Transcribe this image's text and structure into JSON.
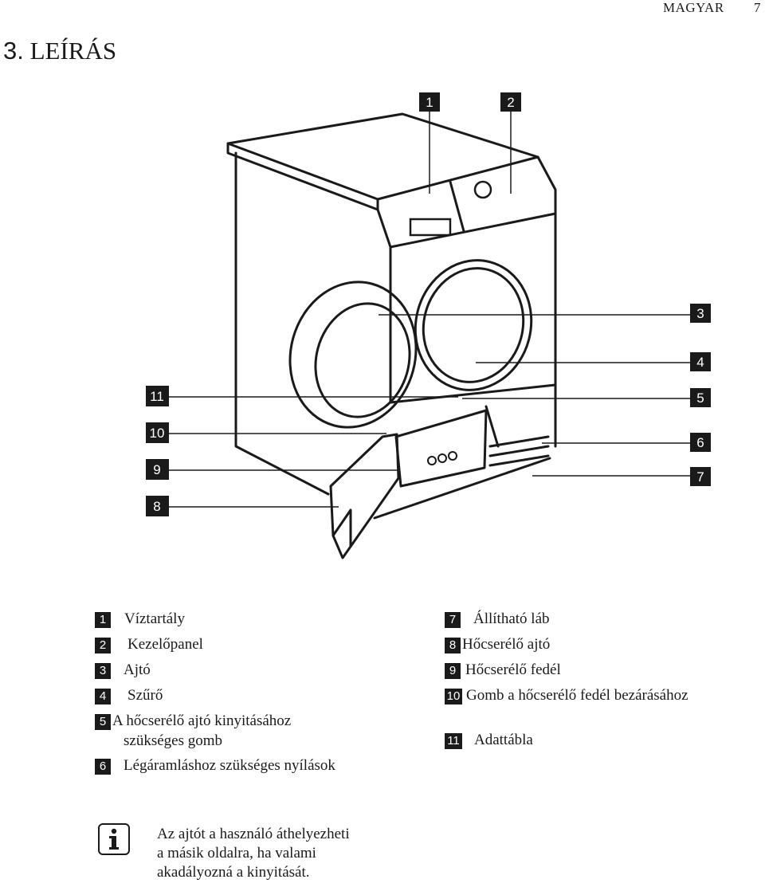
{
  "header": {
    "language": "MAGYAR",
    "page_number": "7"
  },
  "section": {
    "number": "3.",
    "title": "LEÍRÁS"
  },
  "diagram_callouts": [
    "1",
    "2",
    "3",
    "4",
    "5",
    "6",
    "7",
    "8",
    "9",
    "10",
    "11"
  ],
  "legend": {
    "left": [
      {
        "num": "1",
        "text": "Víztartály"
      },
      {
        "num": "2",
        "text": "Kezelőpanel"
      },
      {
        "num": "3",
        "text": "Ajtó"
      },
      {
        "num": "4",
        "text": "Szűrő"
      },
      {
        "num": "5",
        "text": "A hőcserélő ajtó kinyitásához",
        "text2": "szükséges gomb"
      },
      {
        "num": "6",
        "text": "Légáramláshoz szükséges nyílások"
      }
    ],
    "right": [
      {
        "num": "7",
        "text": "Állítható láb"
      },
      {
        "num": "8",
        "text": "Hőcserélő ajtó"
      },
      {
        "num": "9",
        "text": "Hőcserélő fedél"
      },
      {
        "num": "10",
        "text": "Gomb a hőcserélő fedél bezárásához"
      },
      {
        "num": "11",
        "text": "Adattábla"
      }
    ]
  },
  "info_note": {
    "icon": "info-icon",
    "lines": [
      "Az ajtót a használó áthelyezheti",
      "a másik oldalra, ha valami",
      "akadályozná a kinyitását."
    ]
  }
}
